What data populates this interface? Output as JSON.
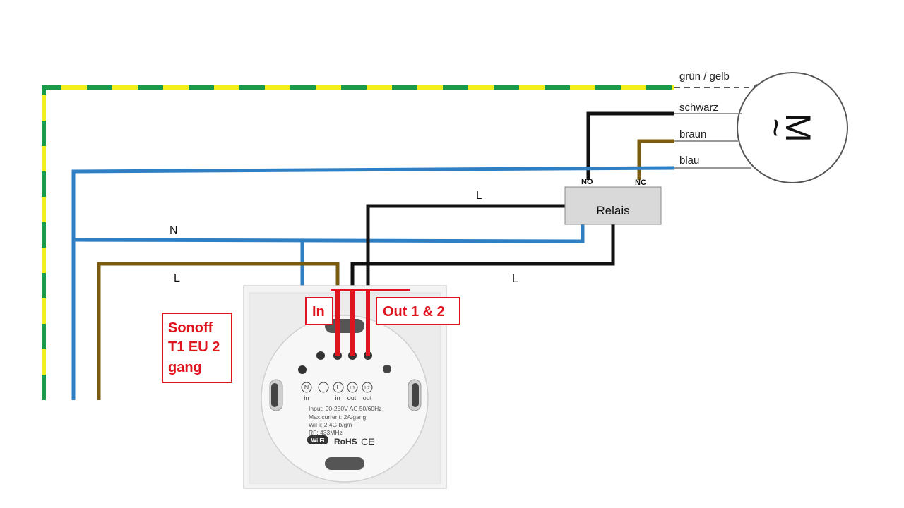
{
  "motor": {
    "symbol": "M",
    "tilde": "~",
    "wires": [
      "grün / gelb",
      "schwarz",
      "braun",
      "blau"
    ]
  },
  "relay": {
    "label": "Relais",
    "contact_no": "NO",
    "contact_nc": "NC"
  },
  "wire_labels": {
    "n": "N",
    "l_left": "L",
    "l_top": "L",
    "l_right": "L"
  },
  "annotations": {
    "in_box": "In",
    "out_box": "Out 1 & 2",
    "device_line1": "Sonoff",
    "device_line2": "T1 EU 2",
    "device_line3": "gang"
  },
  "device": {
    "terminal_symbols": [
      "N",
      "L",
      "L1",
      "L2"
    ],
    "terminal_captions": [
      "in",
      "in",
      "out",
      "out"
    ],
    "spec_lines": [
      "Input: 90-250V AC 50/60Hz",
      "Max.current: 2A/gang",
      "WiFi: 2.4G b/g/n",
      "RF: 433MHz"
    ],
    "marks": [
      "Wi Fi",
      "RoHS",
      "CE"
    ]
  },
  "colors": {
    "neutral_blue": "#2f7fc4",
    "live_brown": "#7a5c10",
    "switched_black": "#111111",
    "earth_green": "#1a9a4a",
    "earth_yellow": "#f2ef1e",
    "device_red": "#e0141e",
    "device_light_blue": "#5fb3e8",
    "relay_fill": "#d9d9d9"
  }
}
